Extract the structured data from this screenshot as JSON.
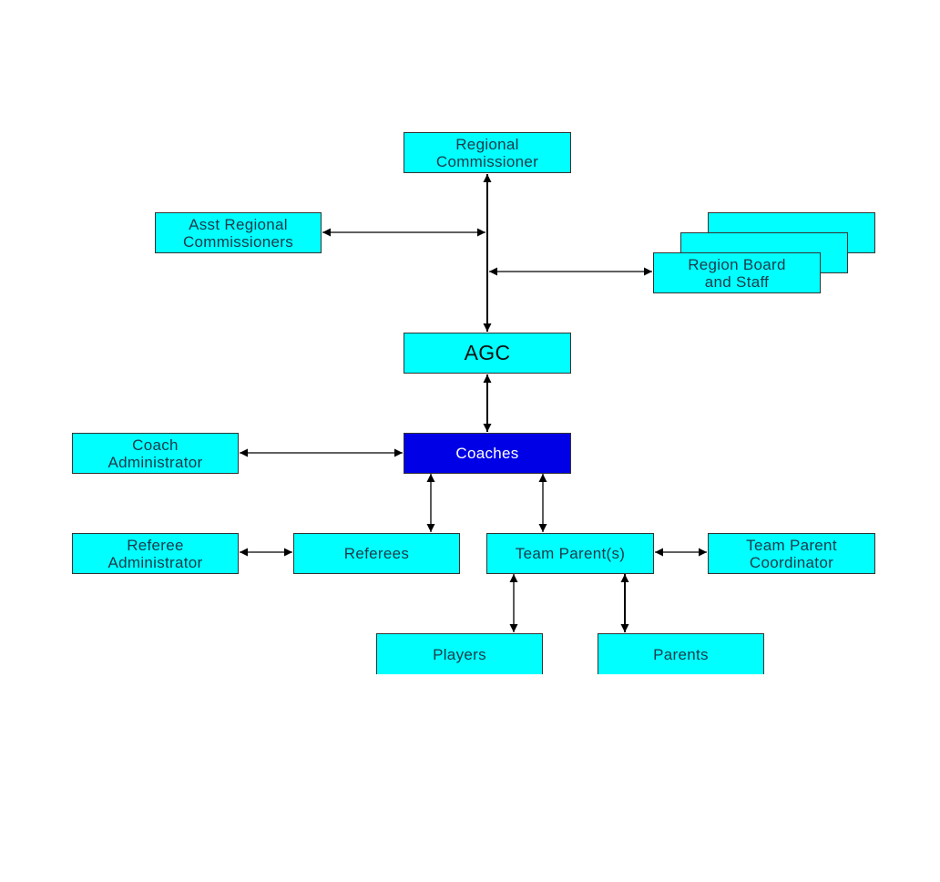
{
  "nodes": {
    "regional_commissioner": {
      "line1": "Regional",
      "line2": "Commissioner"
    },
    "asst_regional_commissioners": {
      "line1": "Asst Regional",
      "line2": "Commissioners"
    },
    "region_board_staff": {
      "line1": "Region Board",
      "line2": "and Staff"
    },
    "agc": {
      "label": "AGC"
    },
    "coaches": {
      "label": "Coaches"
    },
    "coach_administrator": {
      "line1": "Coach",
      "line2": "Administrator"
    },
    "referee_administrator": {
      "line1": "Referee",
      "line2": "Administrator"
    },
    "referees": {
      "label": "Referees"
    },
    "team_parents": {
      "label": "Team Parent(s)"
    },
    "team_parent_coordinator": {
      "line1": "Team Parent",
      "line2": "Coordinator"
    },
    "players": {
      "label": "Players"
    },
    "parents": {
      "label": "Parents"
    }
  },
  "colors": {
    "node_fill": "#00ffff",
    "coaches_fill": "#0000e6",
    "connector": "#000000"
  }
}
